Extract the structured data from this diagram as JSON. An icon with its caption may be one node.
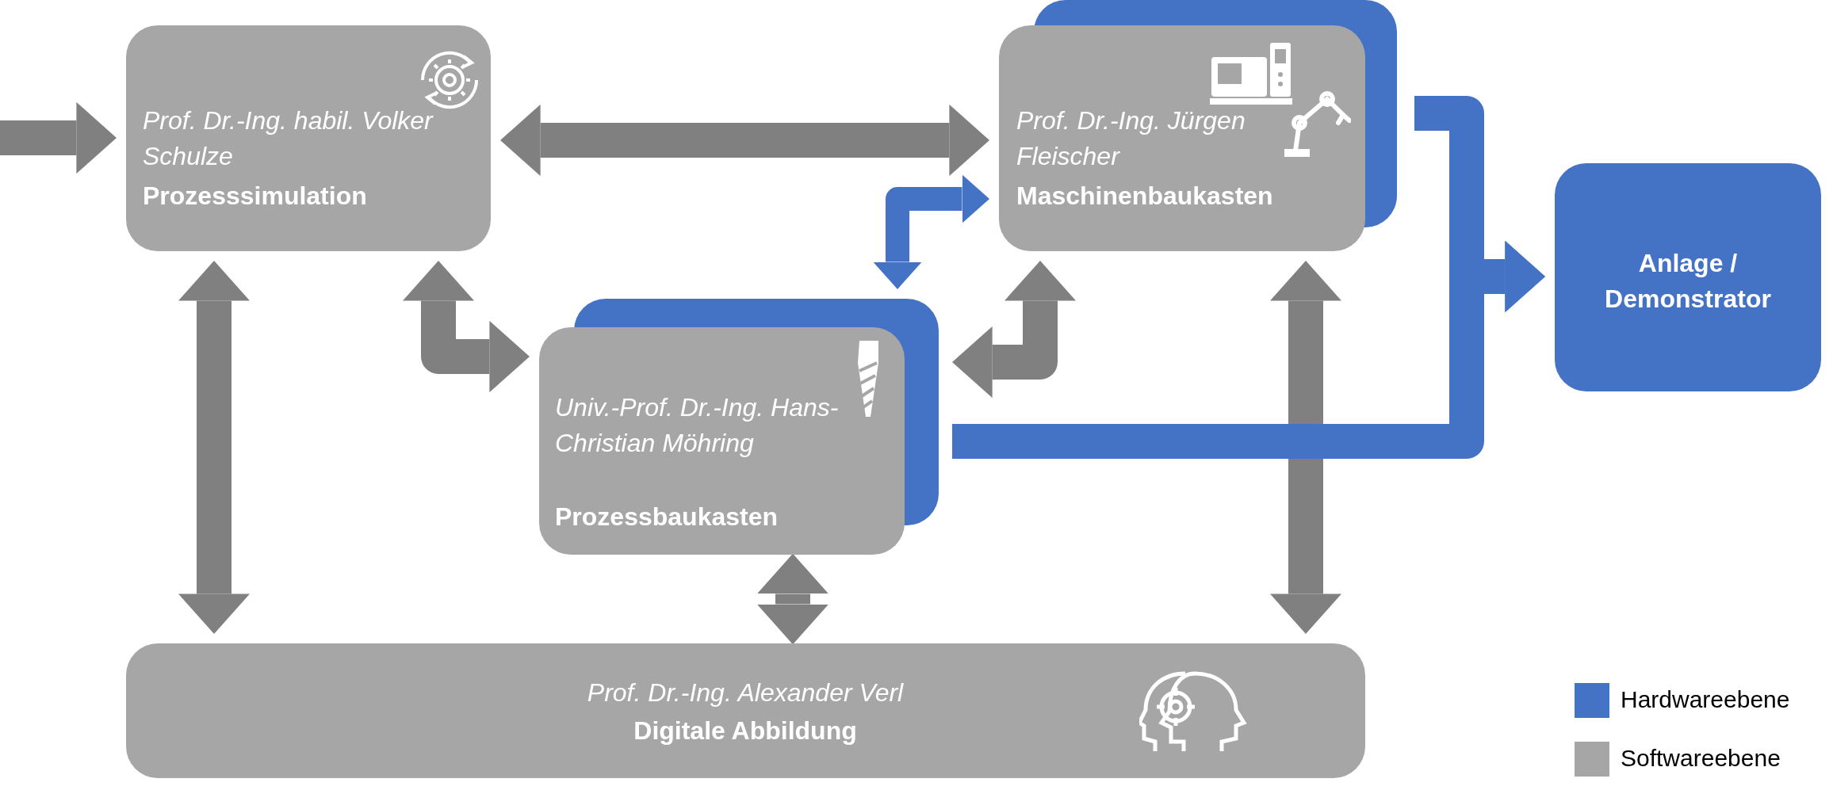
{
  "diagram": {
    "nodes": [
      {
        "text": [
          "Prof. Dr.-Ing. habil. Volker Schulze",
          "Prozesssimulation"
        ]
      },
      {
        "text": [
          "Prof. Dr.-Ing. Jürgen Fleischer",
          "Maschinenbaukasten"
        ]
      },
      {
        "text": [
          "Univ.-Prof. Dr.-Ing. Hans-Christian Möhring",
          "Prozessbaukasten"
        ]
      },
      {
        "text": [
          "Anlage / Demonstrator"
        ]
      },
      {
        "text": [
          "Prof. Dr.-Ing. Alexander Verl",
          "Digitale Abbildung"
        ]
      }
    ],
    "edges": [
      {
        "from": null,
        "to": 0,
        "arrow": "to"
      },
      {
        "from": 0,
        "to": 1,
        "arrow": "both"
      },
      {
        "from": 0,
        "to": 4,
        "arrow": "both"
      },
      {
        "from": 0,
        "to": 2,
        "arrow": "both"
      },
      {
        "from": 2,
        "to": 1,
        "arrow": "both",
        "color": "#4472c4"
      },
      {
        "from": 2,
        "to": 1,
        "arrow": "both"
      },
      {
        "from": 2,
        "to": 4,
        "arrow": "both"
      },
      {
        "from": 1,
        "to": 4,
        "arrow": "both"
      },
      {
        "from": 1,
        "to": 3,
        "arrow": "to",
        "color": "#4472c4"
      },
      {
        "from": 2,
        "to": 3,
        "arrow": "to",
        "color": "#4472c4"
      }
    ],
    "legend": [
      {
        "text": "Hardwareebene",
        "color": "#4472c4"
      },
      {
        "text": "Softwareebene",
        "color": "#a6a6a6"
      }
    ]
  }
}
